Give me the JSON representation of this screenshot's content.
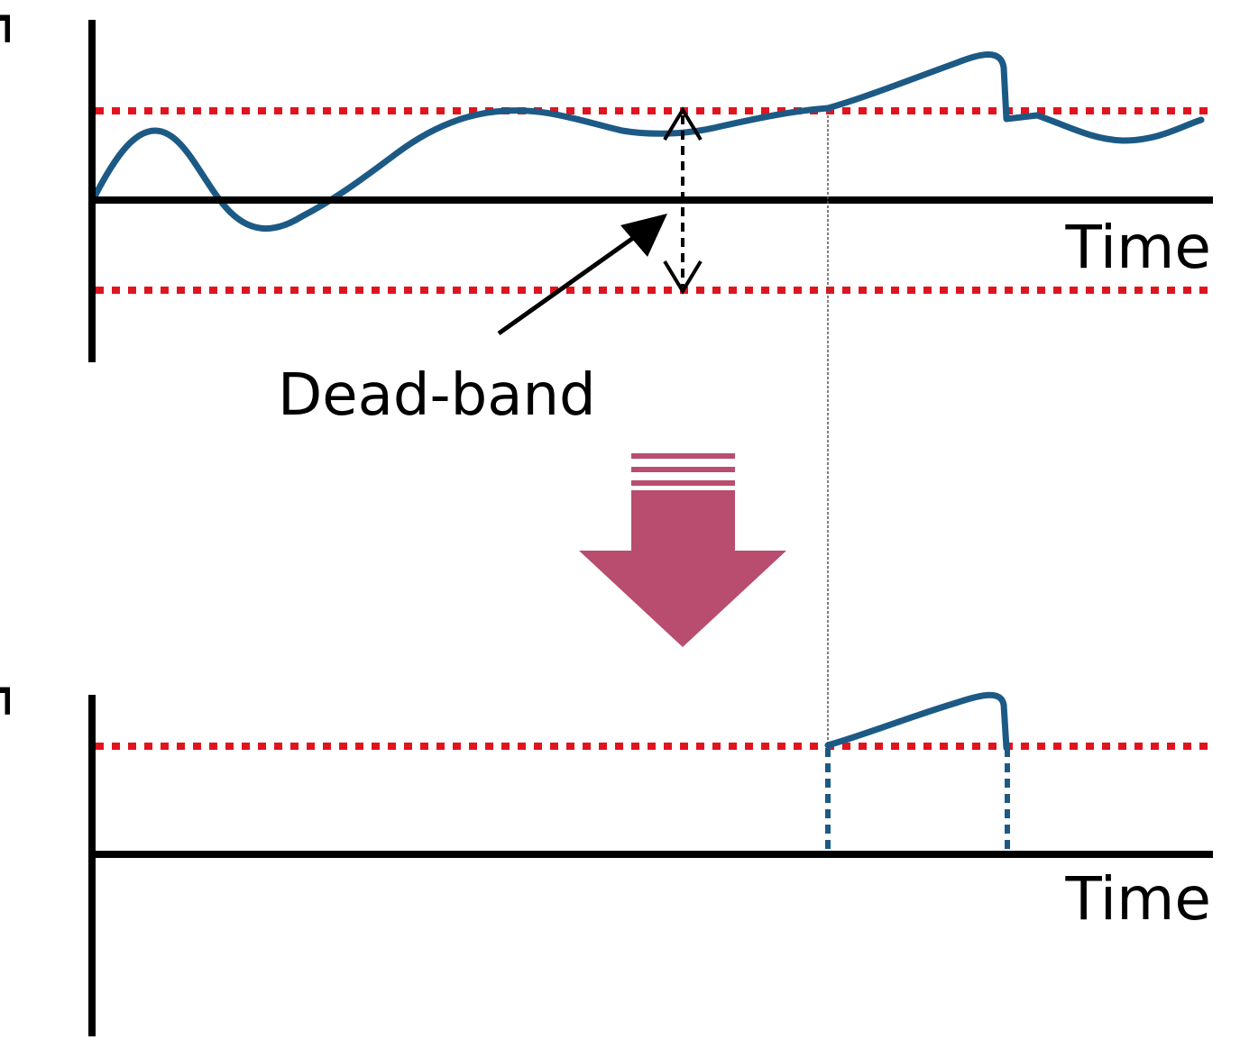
{
  "panels": {
    "top": {
      "y_label": "Error",
      "x_label": "Time"
    },
    "bottom": {
      "y_label": "Error",
      "x_label": "Time"
    }
  },
  "annotation": {
    "label": "Dead-band"
  },
  "colors": {
    "axis": "#000000",
    "signal": "#1c5a85",
    "threshold": "#e0141e",
    "transition_arrow": "#b84d6f",
    "guide_line": "#555555",
    "annotation_arrow": "#000000"
  }
}
